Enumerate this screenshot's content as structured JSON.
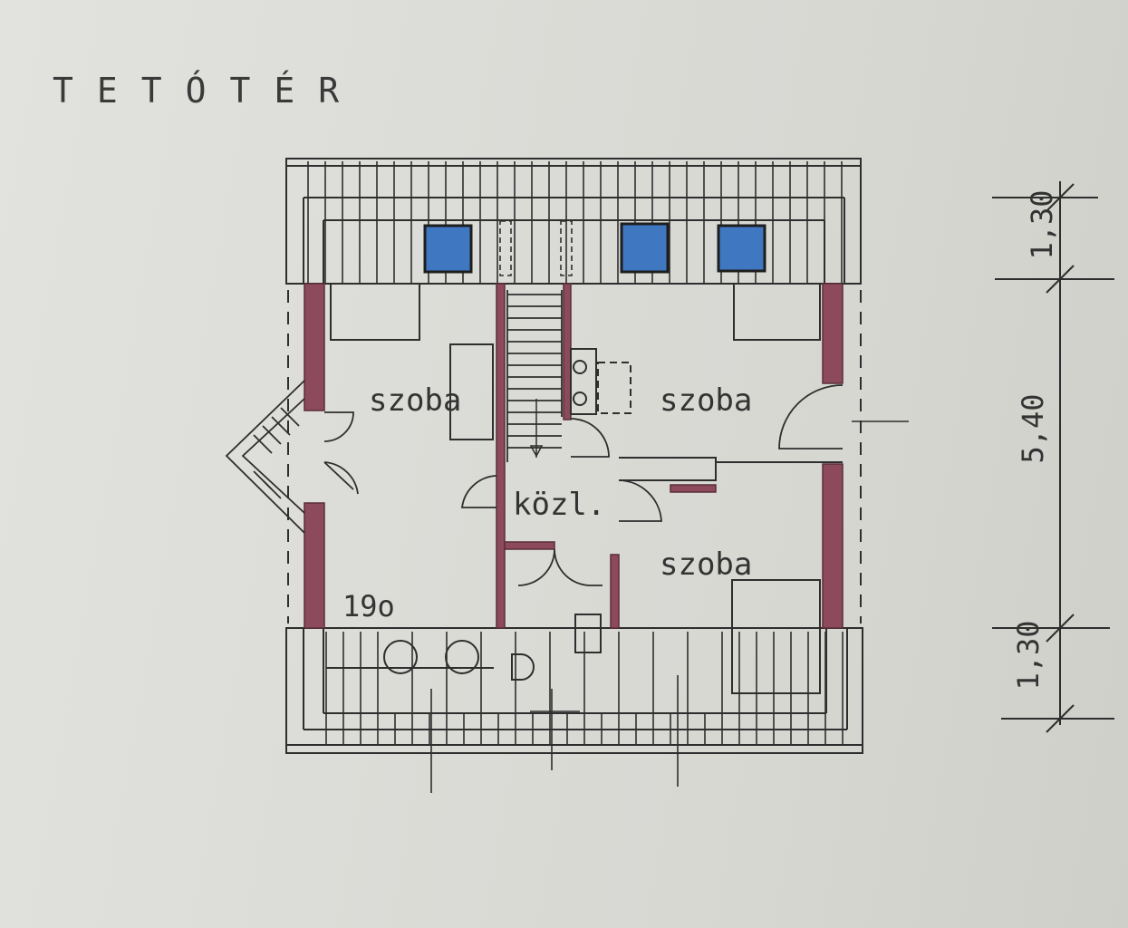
{
  "title": "TETÓTÉR",
  "rooms": {
    "left": "szoba",
    "right_top": "szoba",
    "right_bottom": "szoba",
    "hall": "közl."
  },
  "annotations": {
    "level": "19o"
  },
  "dimensions": {
    "top": "1,30",
    "middle": "5,40",
    "bottom": "1,30"
  },
  "colors": {
    "ink": "#2e2e2e",
    "wall_fill": "#8c4a5c",
    "skylight": "#3f78c0",
    "paper": "#dcdcd8"
  }
}
